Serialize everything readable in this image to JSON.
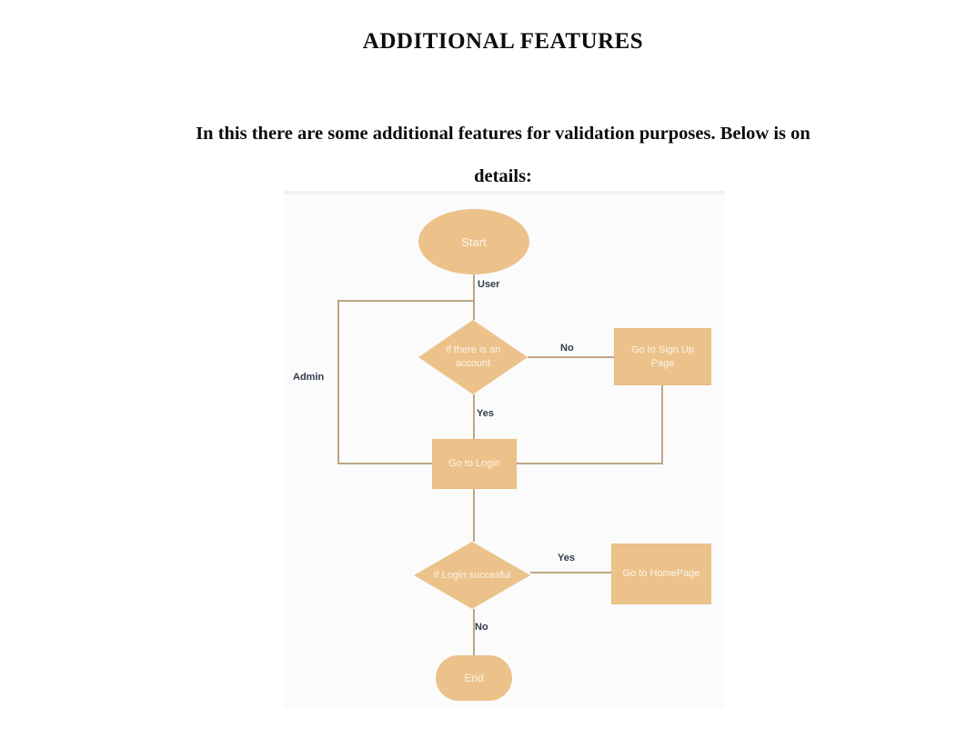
{
  "document": {
    "title": "ADDITIONAL FEATURES",
    "paragraph_lines": [
      "In this there are some additional features for validation purposes. Below is on",
      "details:"
    ]
  },
  "flowchart": {
    "nodes": {
      "start": {
        "label": "Start",
        "shape": "ellipse"
      },
      "account_check": {
        "label": "If there is an account",
        "shape": "diamond"
      },
      "signup": {
        "label": "Go to Sign Up Page",
        "shape": "rectangle"
      },
      "login": {
        "label": "Go to Login",
        "shape": "rectangle"
      },
      "login_check": {
        "label": "If Login succesful",
        "shape": "diamond"
      },
      "homepage": {
        "label": "Go to HomePage",
        "shape": "rectangle"
      },
      "end": {
        "label": "End",
        "shape": "stadium"
      }
    },
    "edge_labels": {
      "start_to_account_check": "User",
      "admin_branch": "Admin",
      "account_check_to_signup": "No",
      "account_check_to_login": "Yes",
      "login_check_to_homepage": "Yes",
      "login_check_to_end": "No"
    },
    "colors": {
      "node_fill": "#ecc28a",
      "node_text": "#faf4e8",
      "connector": "#bda583",
      "edge_label_text": "#323a49",
      "canvas_background": "#fbfbfb"
    }
  }
}
